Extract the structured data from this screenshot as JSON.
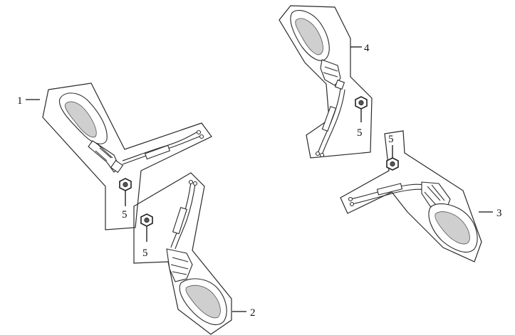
{
  "callouts": {
    "part1": "1",
    "part2": "2",
    "part3": "3",
    "part4": "4",
    "nut_a": "5",
    "nut_b": "5",
    "nut_c": "5",
    "nut_d": "5"
  }
}
